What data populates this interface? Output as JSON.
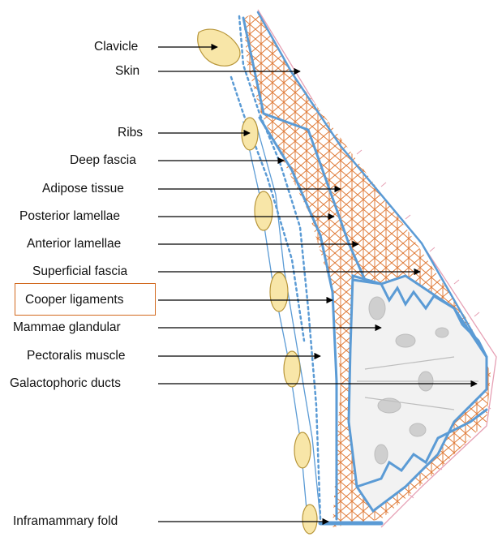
{
  "labels": {
    "clavicle": "Clavicle",
    "skin": "Skin",
    "ribs": "Ribs",
    "deep_fascia": "Deep fascia",
    "adipose_tissue": "Adipose tissue",
    "posterior_lamellae": "Posterior lamellae",
    "anterior_lamellae": "Anterior lamellae",
    "superficial_fascia": "Superficial fascia",
    "cooper_ligaments": "Cooper ligaments",
    "mammae_glandular": "Mammae glandular",
    "pectoralis_muscle": "Pectoralis muscle",
    "galactophoric_ducts": "Galactophoric ducts",
    "inframammary_fold": "Inframammary fold"
  },
  "colors": {
    "fascia_blue": "#5b9bd5",
    "adipose_orange": "#e07b39",
    "bone_fill": "#f8e6a8",
    "bone_stroke": "#b8963a",
    "skin_pink": "#e6a0b4",
    "gland_gray": "#cfcfcf",
    "highlight_box": "#d2691e"
  }
}
